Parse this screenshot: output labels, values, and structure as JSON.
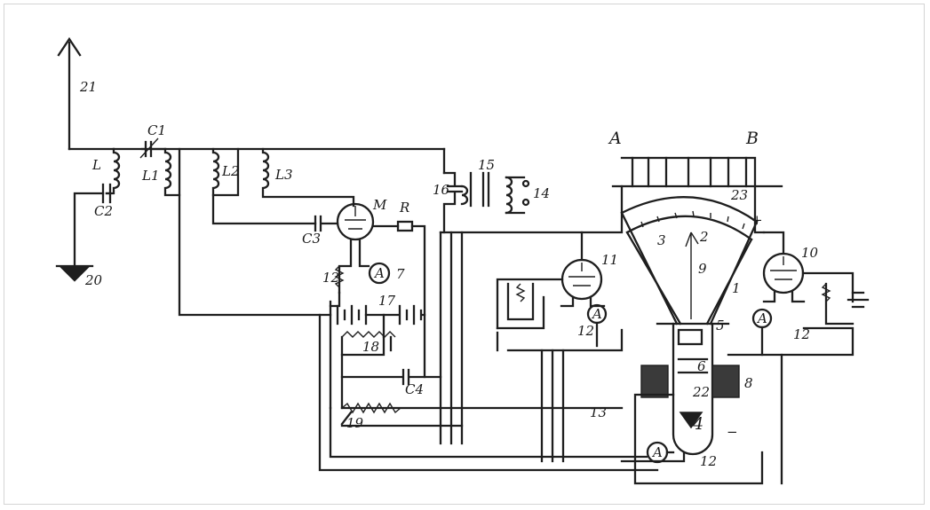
{
  "labels": {
    "n21": "21",
    "n20": "20",
    "L": "L",
    "C2": "C2",
    "C1": "C1",
    "L1": "L1",
    "L2": "L2",
    "L3": "L3",
    "M": "M",
    "R": "R",
    "C3": "C3",
    "A7": "A",
    "n7": "7",
    "n12a": "12",
    "n17": "17",
    "n18": "18",
    "C4": "C4",
    "n19": "19",
    "n16": "16",
    "n15": "15",
    "n14": "14",
    "A_top": "A",
    "B_top": "B",
    "n23": "23",
    "n3": "3",
    "n2": "2",
    "n9": "9",
    "n1": "1",
    "n11": "11",
    "A11": "A",
    "n12b": "12",
    "n10": "10",
    "A10": "A",
    "n12c": "12",
    "n5": "5",
    "n6": "6",
    "n8": "8",
    "n22": "22",
    "n4": "4",
    "n13": "13",
    "A_bottom": "A",
    "n12d": "12",
    "minus": "−",
    "plus": "+"
  }
}
